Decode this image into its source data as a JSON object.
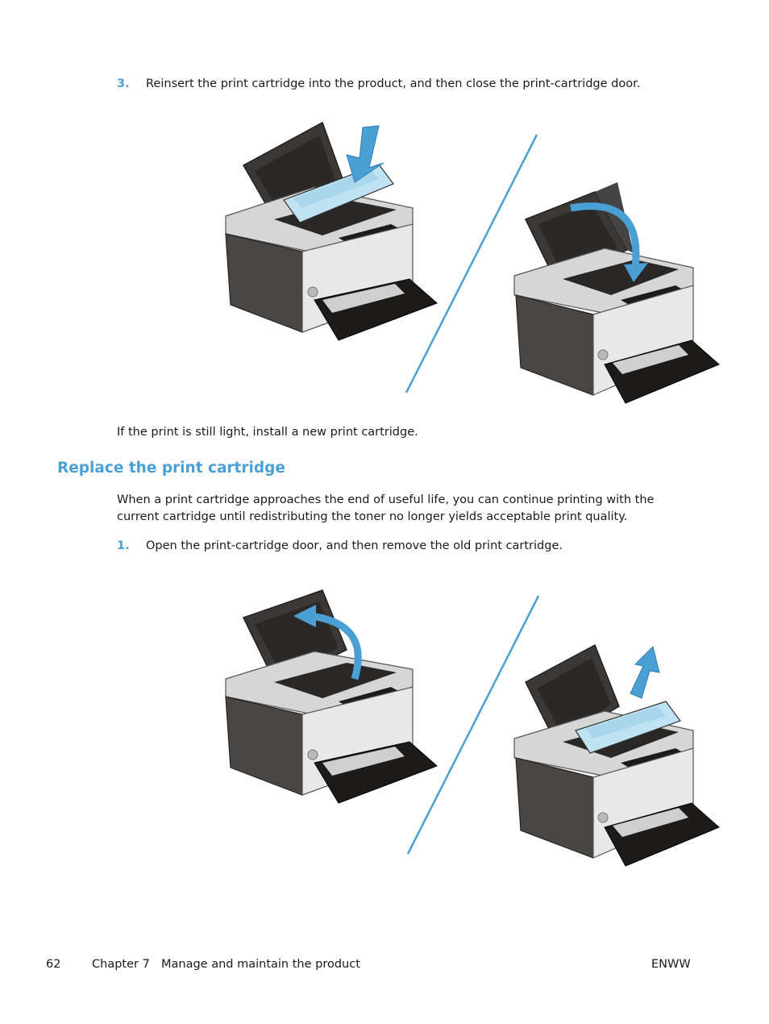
{
  "step3": {
    "number": "3.",
    "text": "Reinsert the print cartridge into the product, and then close the print-cartridge door."
  },
  "note": "If the print is still light, install a new print cartridge.",
  "section": {
    "title": "Replace the print cartridge",
    "intro": "When a print cartridge approaches the end of useful life, you can continue printing with the current cartridge until redistributing the toner no longer yields acceptable print quality."
  },
  "step1": {
    "number": "1.",
    "text": "Open the print-cartridge door, and then remove the old print cartridge."
  },
  "footer": {
    "page": "62",
    "chapter": "Chapter 7",
    "chapter_title": "Manage and maintain the product",
    "locale": "ENWW"
  },
  "colors": {
    "accent": "#4a9fd5",
    "printer_body": "#4a4643",
    "printer_silver": "#d9d9d9",
    "cartridge": "#bfe3f2",
    "arrow": "#4a9fd5"
  }
}
